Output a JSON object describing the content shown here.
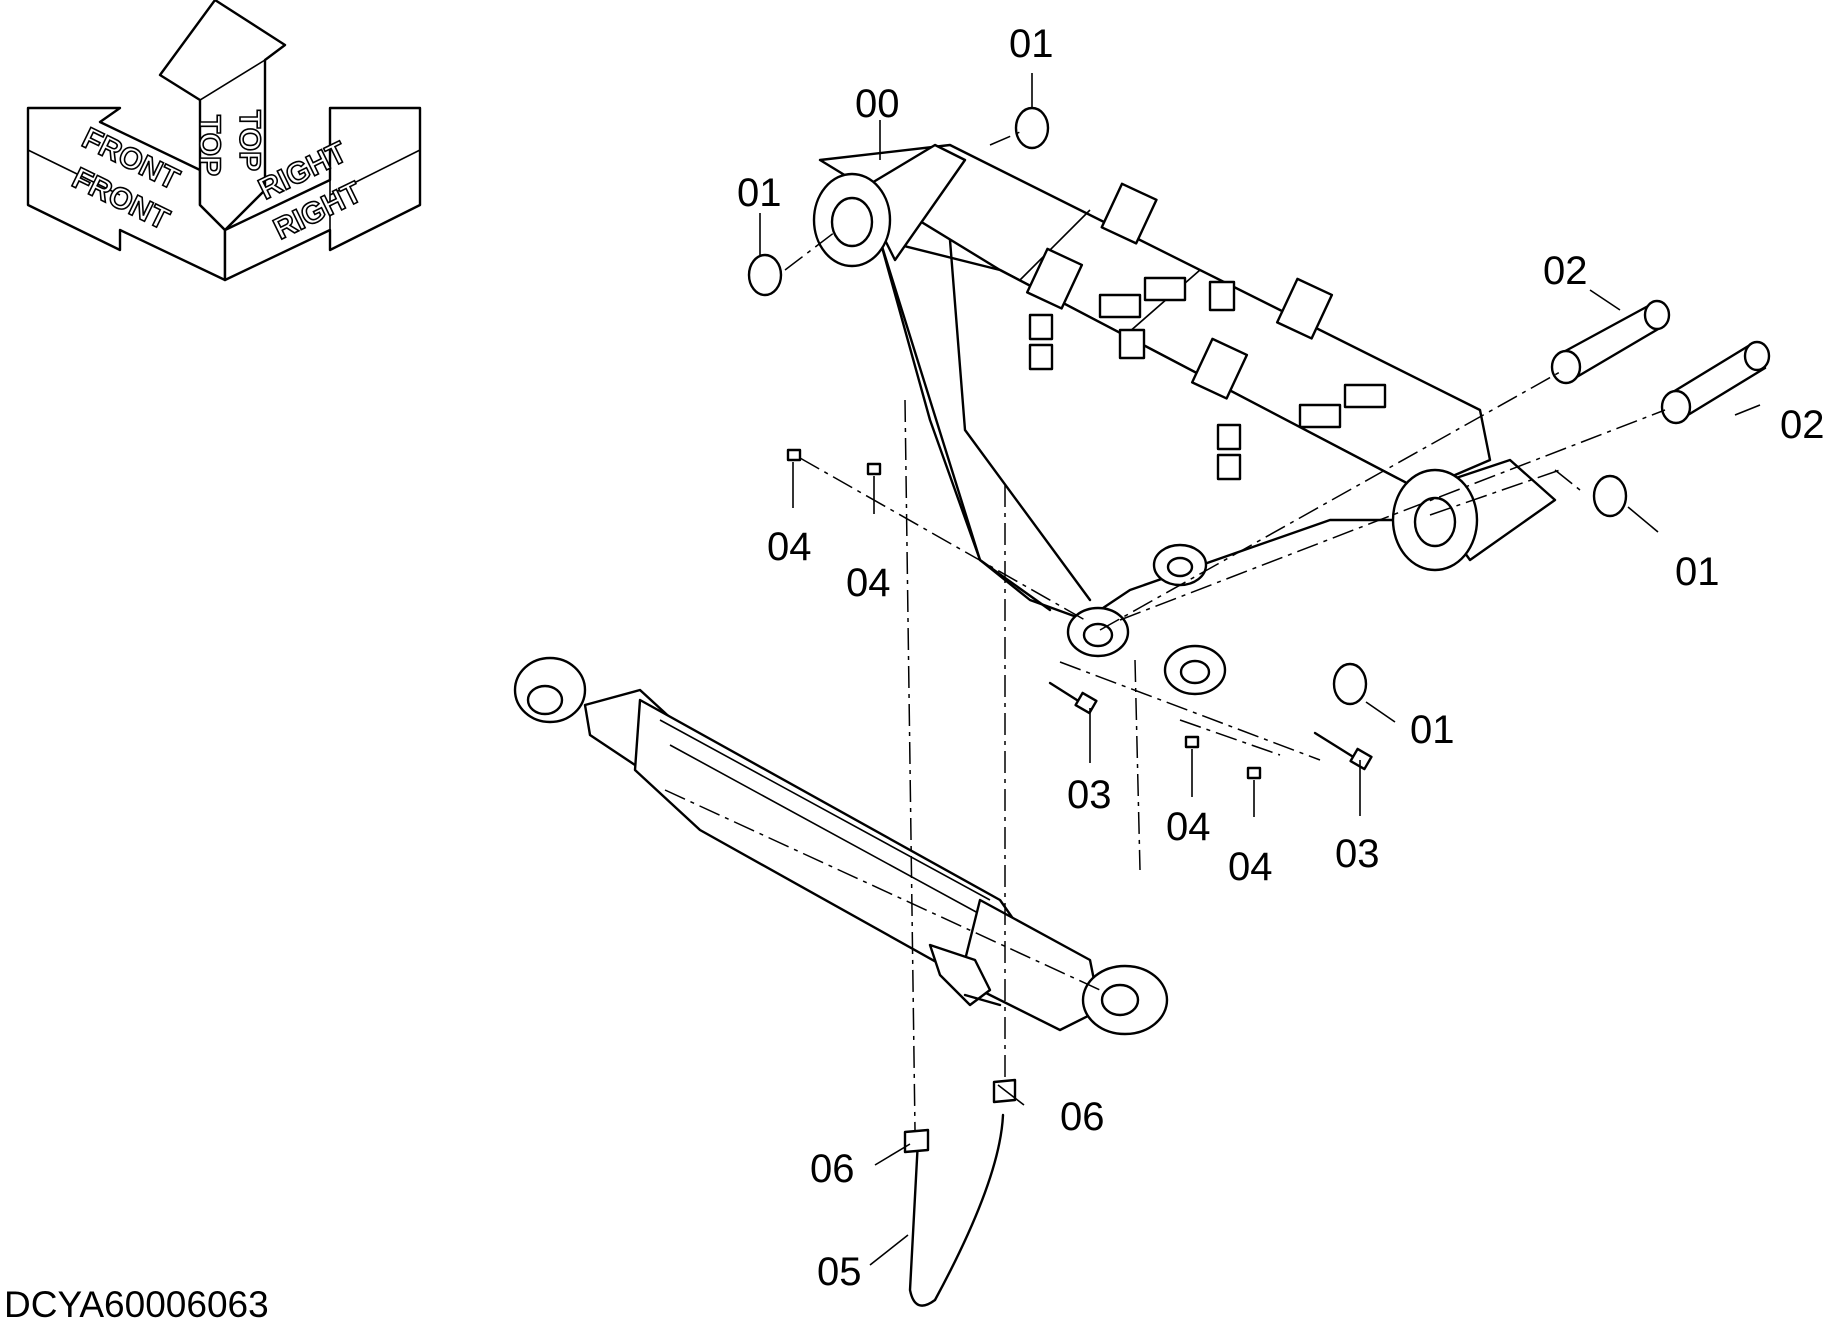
{
  "orientation": {
    "front": "FRONT",
    "top": "TOP",
    "right": "RIGHT"
  },
  "callouts": {
    "c00": "00",
    "c01a": "01",
    "c01b": "01",
    "c01c": "01",
    "c01d": "01",
    "c02a": "02",
    "c02b": "02",
    "c03a": "03",
    "c03b": "03",
    "c04a": "04",
    "c04b": "04",
    "c04c": "04",
    "c04d": "04",
    "c05": "05",
    "c06a": "06",
    "c06b": "06"
  },
  "drawing_id": "DCYA60006063"
}
